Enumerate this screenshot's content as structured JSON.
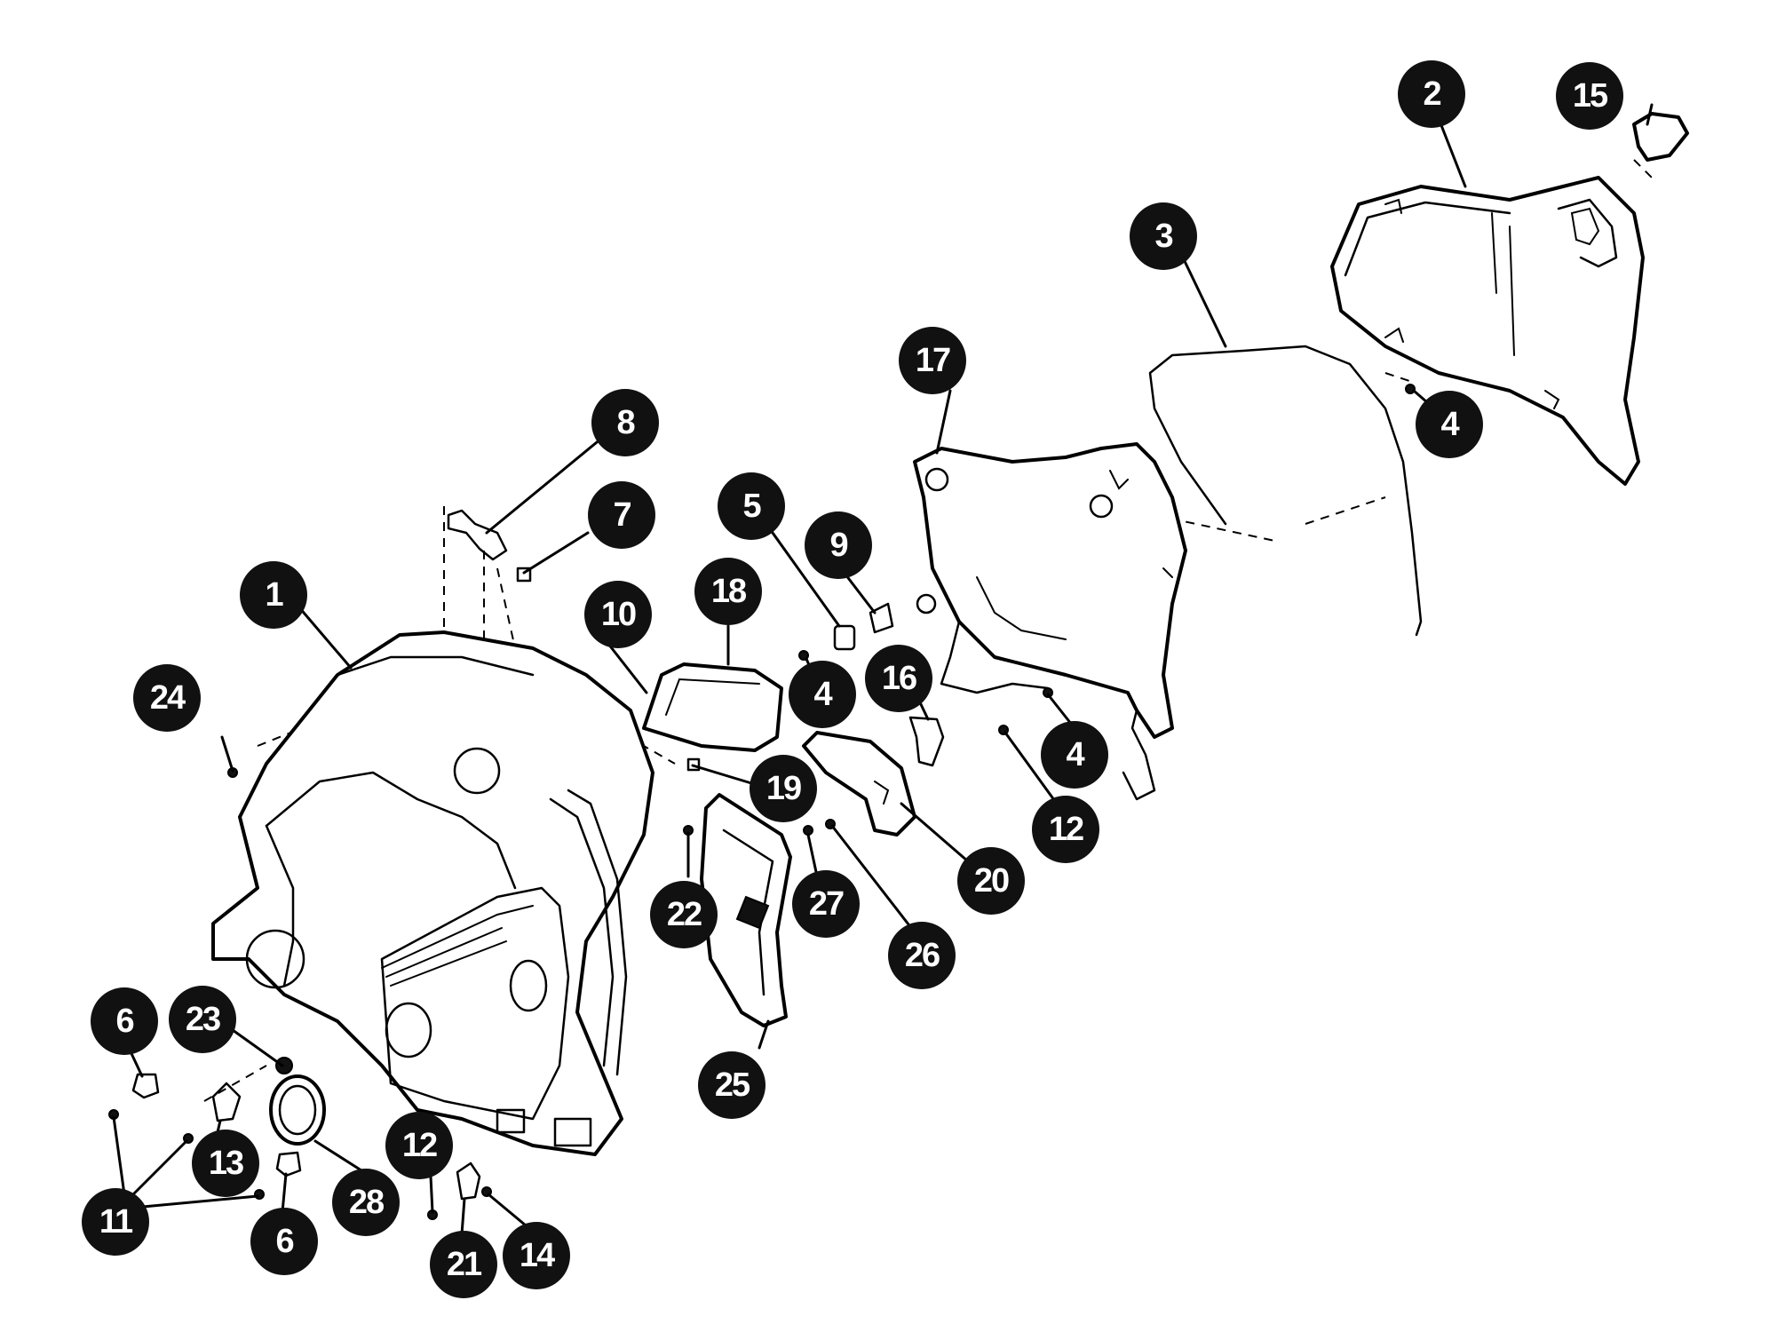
{
  "callouts": [
    {
      "id": "1",
      "label": "1"
    },
    {
      "id": "2",
      "label": "2"
    },
    {
      "id": "3",
      "label": "3"
    },
    {
      "id": "4a",
      "label": "4"
    },
    {
      "id": "4b",
      "label": "4"
    },
    {
      "id": "4c",
      "label": "4"
    },
    {
      "id": "5",
      "label": "5"
    },
    {
      "id": "6a",
      "label": "6"
    },
    {
      "id": "6b",
      "label": "6"
    },
    {
      "id": "7",
      "label": "7"
    },
    {
      "id": "8",
      "label": "8"
    },
    {
      "id": "9",
      "label": "9"
    },
    {
      "id": "10",
      "label": "10"
    },
    {
      "id": "11",
      "label": "11"
    },
    {
      "id": "12a",
      "label": "12"
    },
    {
      "id": "12b",
      "label": "12"
    },
    {
      "id": "13",
      "label": "13"
    },
    {
      "id": "14",
      "label": "14"
    },
    {
      "id": "15",
      "label": "15"
    },
    {
      "id": "16",
      "label": "16"
    },
    {
      "id": "17",
      "label": "17"
    },
    {
      "id": "18",
      "label": "18"
    },
    {
      "id": "19",
      "label": "19"
    },
    {
      "id": "20",
      "label": "20"
    },
    {
      "id": "21",
      "label": "21"
    },
    {
      "id": "22",
      "label": "22"
    },
    {
      "id": "23",
      "label": "23"
    },
    {
      "id": "24",
      "label": "24"
    },
    {
      "id": "25",
      "label": "25"
    },
    {
      "id": "26",
      "label": "26"
    },
    {
      "id": "27",
      "label": "27"
    },
    {
      "id": "28",
      "label": "28"
    }
  ],
  "colors": {
    "ink": "#000000",
    "badge": "#111111",
    "badge_text": "#ffffff",
    "background": "#ffffff"
  }
}
